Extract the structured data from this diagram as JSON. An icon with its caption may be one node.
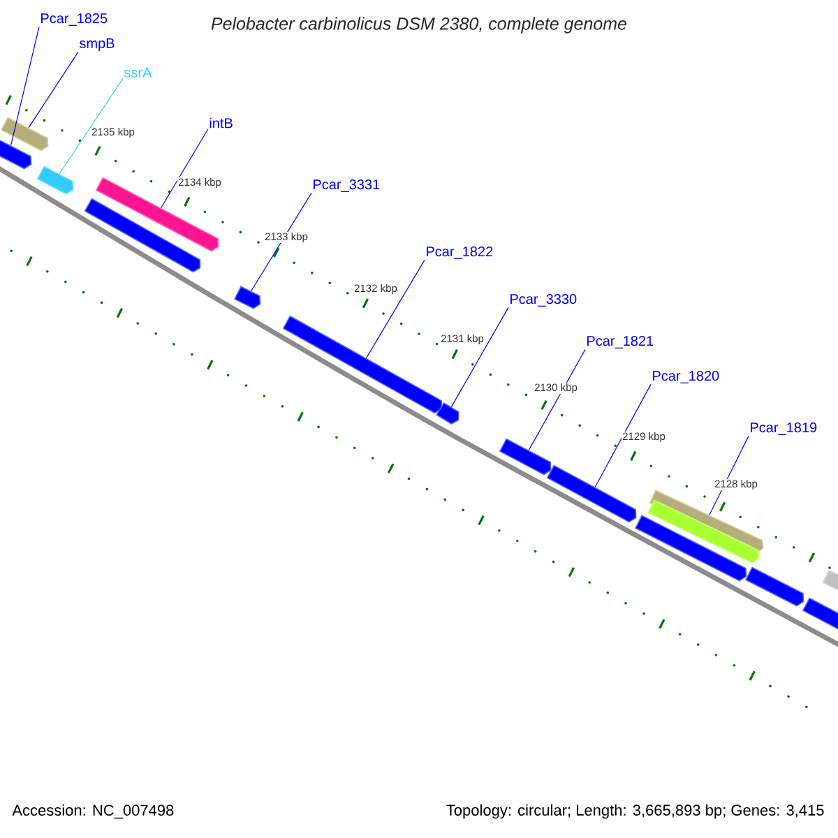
{
  "diagram": {
    "title": "Pelobacter carbinolicus DSM 2380, complete genome",
    "nodes": [
      {
        "text": [
          "Pcar_1825"
        ]
      },
      {
        "text": [
          "smpB"
        ]
      },
      {
        "text": [
          "ssrA"
        ]
      },
      {
        "text": [
          "intB"
        ]
      },
      {
        "text": [
          "Pcar_3331"
        ]
      },
      {
        "text": [
          "Pcar_1822"
        ]
      },
      {
        "text": [
          "Pcar_3330"
        ]
      },
      {
        "text": [
          "Pcar_1821"
        ]
      },
      {
        "text": [
          "Pcar_1820"
        ]
      },
      {
        "text": [
          "Pcar_1819"
        ]
      },
      {
        "text": [],
        "shape": "bar"
      },
      {
        "text": [],
        "shape": "bar"
      },
      {
        "text": [],
        "shape": "bar"
      },
      {
        "text": [],
        "shape": "bar"
      },
      {
        "text": [],
        "shape": "bar"
      },
      {
        "text": [],
        "shape": "bar"
      },
      {
        "text": [],
        "shape": "bar"
      },
      {
        "text": [],
        "shape": "bar"
      },
      {
        "text": [],
        "shape": "bar"
      },
      {
        "text": [],
        "shape": "bar"
      },
      {
        "text": [],
        "shape": "bar"
      },
      {
        "text": [],
        "shape": "bar"
      },
      {
        "text": [],
        "shape": "bar"
      },
      {
        "text": [],
        "shape": "bar"
      },
      {
        "text": [],
        "shape": "bar"
      },
      {
        "text": [],
        "shape": "bar"
      }
    ],
    "edges": [
      {
        "from": 0,
        "to": 10,
        "arrow": "none"
      },
      {
        "from": 1,
        "to": 11,
        "arrow": "none"
      },
      {
        "from": 2,
        "to": 12,
        "arrow": "none",
        "color": "#33ccff"
      },
      {
        "from": 3,
        "to": 14,
        "arrow": "none"
      },
      {
        "from": 4,
        "to": 15,
        "arrow": "none"
      },
      {
        "from": 5,
        "to": 16,
        "arrow": "none"
      },
      {
        "from": 6,
        "to": 17,
        "arrow": "none"
      },
      {
        "from": 7,
        "to": 18,
        "arrow": "none"
      },
      {
        "from": 8,
        "to": 19,
        "arrow": "none"
      },
      {
        "from": 9,
        "to": 21,
        "arrow": "none"
      }
    ],
    "labels": [
      "2135 kbp",
      "2134 kbp",
      "2133 kbp",
      "2132 kbp",
      "2131 kbp",
      "2130 kbp",
      "2129 kbp",
      "2128 kbp",
      "Accession: NC_007498",
      "Topology: circular; Length: 3,665,893 bp; Genes: 3,415"
    ]
  }
}
